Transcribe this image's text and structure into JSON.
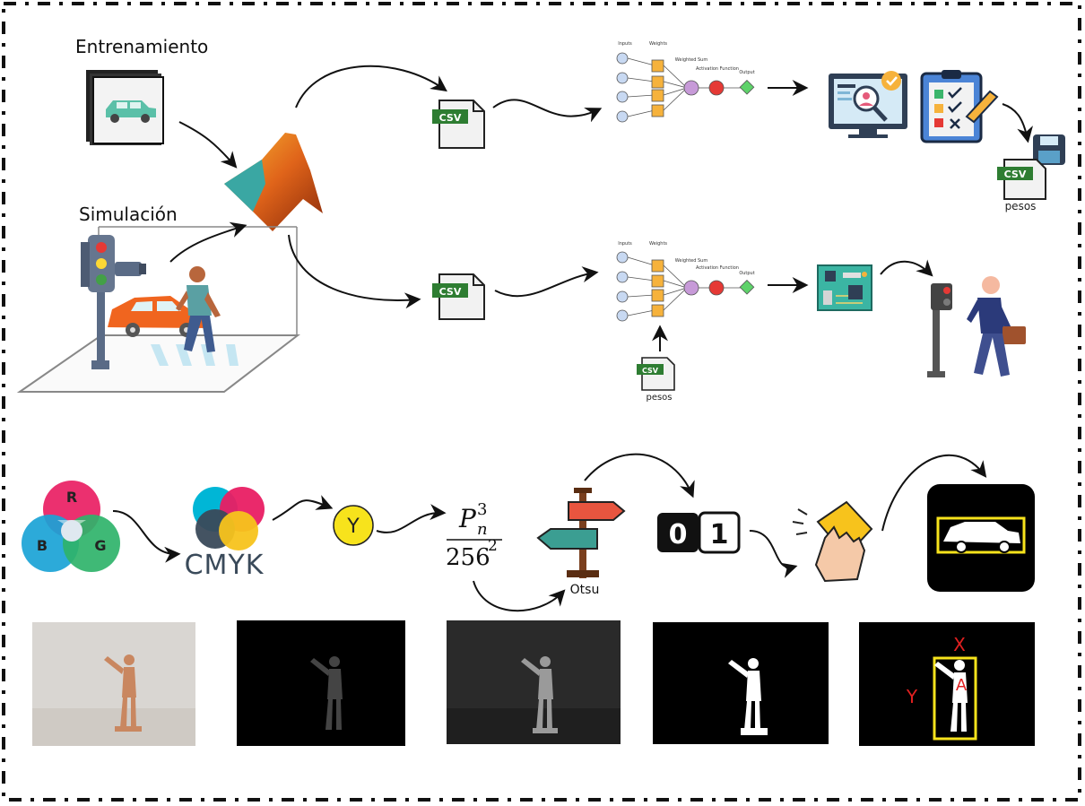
{
  "labels": {
    "training": "Entrenamiento",
    "simulation": "Simulación",
    "pesos": "pesos",
    "otsu": "Otsu",
    "cmyk": "CMYK",
    "y_channel": "Y",
    "rgb_r": "R",
    "rgb_g": "G",
    "rgb_b": "B",
    "csv": "CSV",
    "binary_0": "0",
    "binary_1": "1",
    "axis_x": "X",
    "axis_y": "Y",
    "axis_a": "A"
  },
  "formula": {
    "numerator_base": "P",
    "numerator_sub": "n",
    "numerator_sup": "3",
    "denominator_base": "256",
    "denominator_sup": "2"
  },
  "nn": {
    "inputs": "Inputs",
    "weights": "Weights",
    "weighted_sum": "Weighted Sum",
    "activation": "Activation Function",
    "output": "Output"
  },
  "colors": {
    "csv_green": "#2e7d32",
    "matlab_orange": "#e0641a",
    "matlab_teal": "#3aa7a3",
    "traffic_red": "#e53935",
    "traffic_yellow": "#fdd835",
    "traffic_green": "#43a047",
    "otsu_red": "#e8553f",
    "otsu_teal": "#3b9e92"
  }
}
